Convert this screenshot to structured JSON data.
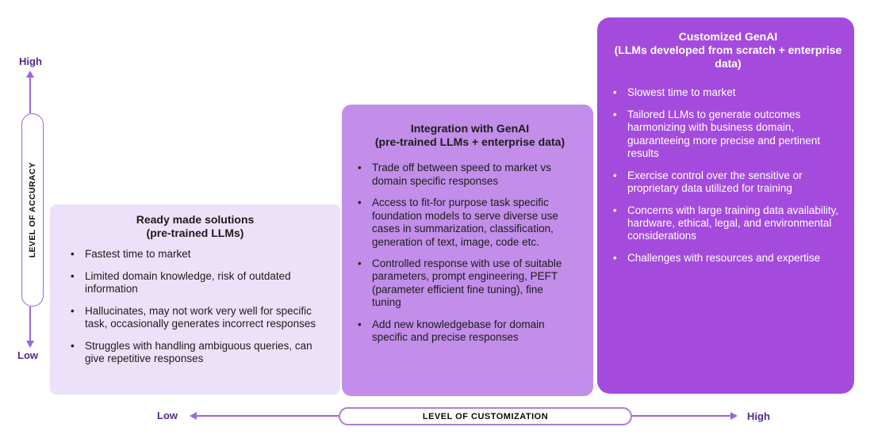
{
  "vertical_axis": {
    "high_label": "High",
    "low_label": "Low",
    "axis_label": "LEVEL OF ACCURACY"
  },
  "horizontal_axis": {
    "low_label": "Low",
    "high_label": "High",
    "axis_label": "LEVEL OF CUSTOMIZATION"
  },
  "colors": {
    "box1_bg": "#EDE1F9",
    "box2_bg": "#C28EE9",
    "box3_bg": "#A44BDE",
    "axis_line": "#9A66DD",
    "axis_label_text": "#56278F",
    "dark_text": "#1C1C1C",
    "light_text": "#FFFFFF"
  },
  "boxes": [
    {
      "title": "Ready made solutions",
      "subtitle": "(pre-trained LLMs)",
      "bullets": [
        "Fastest time to market",
        "Limited domain knowledge, risk of outdated information",
        "Hallucinates, may not work very well for specific task, occasionally generates incorrect responses",
        "Struggles with handling ambiguous queries, can give repetitive responses"
      ]
    },
    {
      "title": "Integration with GenAI",
      "subtitle": "(pre-trained LLMs + enterprise data)",
      "bullets": [
        "Trade off between speed to market vs domain specific responses",
        "Access to fit-for purpose task specific foundation models to serve diverse use cases in summarization, classification, generation of text, image, code etc.",
        "Controlled response with use of suitable parameters, prompt engineering, PEFT (parameter efficient fine tuning), fine tuning",
        "Add new knowledgebase for domain specific and precise responses"
      ]
    },
    {
      "title": "Customized GenAI",
      "subtitle": "(LLMs developed from scratch + enterprise data)",
      "bullets": [
        "Slowest time to market",
        "Tailored LLMs to generate outcomes harmonizing with business domain, guaranteeing more precise and pertinent results",
        "Exercise control over the sensitive or proprietary data utilized for training",
        "Concerns with large training data availability, hardware, ethical, legal, and environmental considerations",
        "Challenges with resources and expertise"
      ]
    }
  ]
}
